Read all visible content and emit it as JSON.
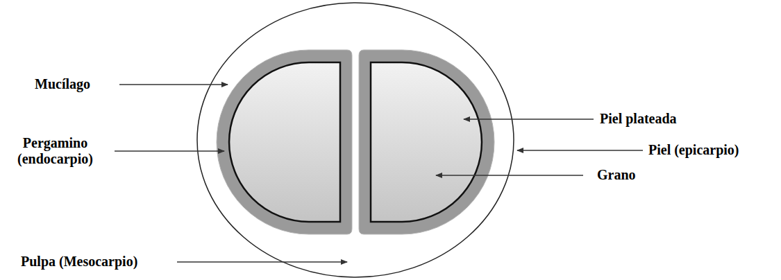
{
  "diagram": {
    "labels": [
      "Mucílago",
      "Pergamino (endocarpio)",
      "Piel plateada",
      "Piel (epicarpio)",
      "Grano",
      "Pulpa (Mesocarpio)"
    ]
  }
}
